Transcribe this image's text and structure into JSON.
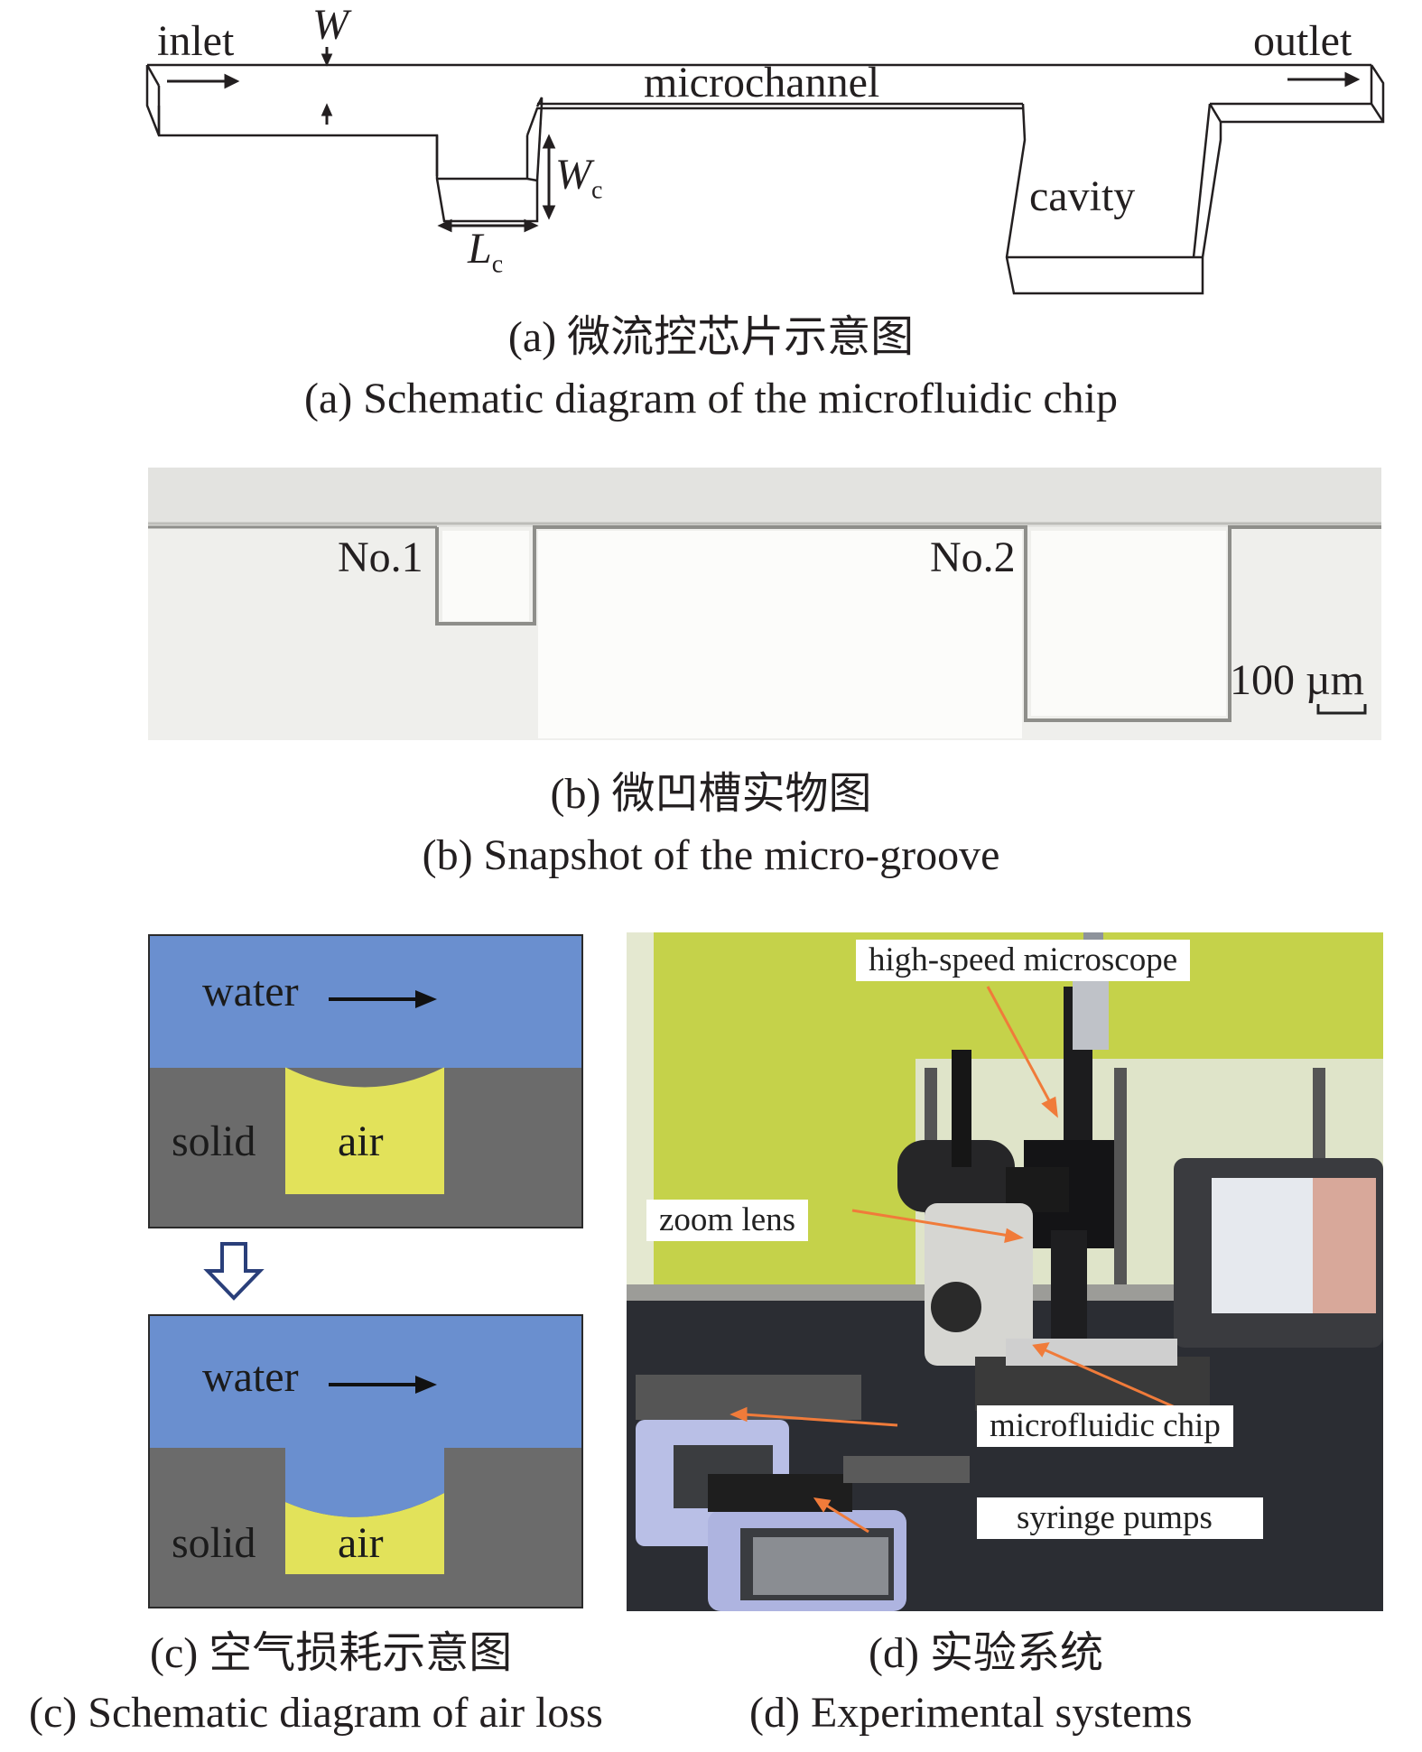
{
  "panel_a": {
    "inlet": "inlet",
    "outlet": "outlet",
    "w_symbol": "W",
    "microchannel": "microchannel",
    "wc_symbol": "W",
    "wc_sub": "c",
    "lc_symbol": "L",
    "lc_sub": "c",
    "cavity": "cavity",
    "caption_cn": "(a) 微流控芯片示意图",
    "caption_en": "(a) Schematic diagram of the microfluidic chip"
  },
  "panel_b": {
    "no1": "No.1",
    "no2": "No.2",
    "scale": "100 µm",
    "caption_cn": "(b) 微凹槽实物图",
    "caption_en": "(b) Snapshot of the micro-groove"
  },
  "panel_c": {
    "top": {
      "water": "water",
      "solid": "solid",
      "air": "air"
    },
    "bottom": {
      "water": "water",
      "solid": "solid",
      "air": "air"
    },
    "caption_cn": "(c) 空气损耗示意图",
    "caption_en": "(c) Schematic diagram of air loss"
  },
  "panel_d": {
    "labels": {
      "microscope": "high-speed microscope",
      "zoom": "zoom lens",
      "chip": "microfluidic chip",
      "pumps": "syringe pumps"
    },
    "caption_cn": "(d) 实验系统",
    "caption_en": "(d) Experimental systems"
  },
  "colors": {
    "water": "#6a8fcf",
    "solid": "#6b6b6b",
    "air": "#e2e25a",
    "wall": "#c9d64c",
    "arrow": "#f07b3a"
  },
  "icons": [
    "down-arrow-outline-icon",
    "right-arrow-icon"
  ]
}
